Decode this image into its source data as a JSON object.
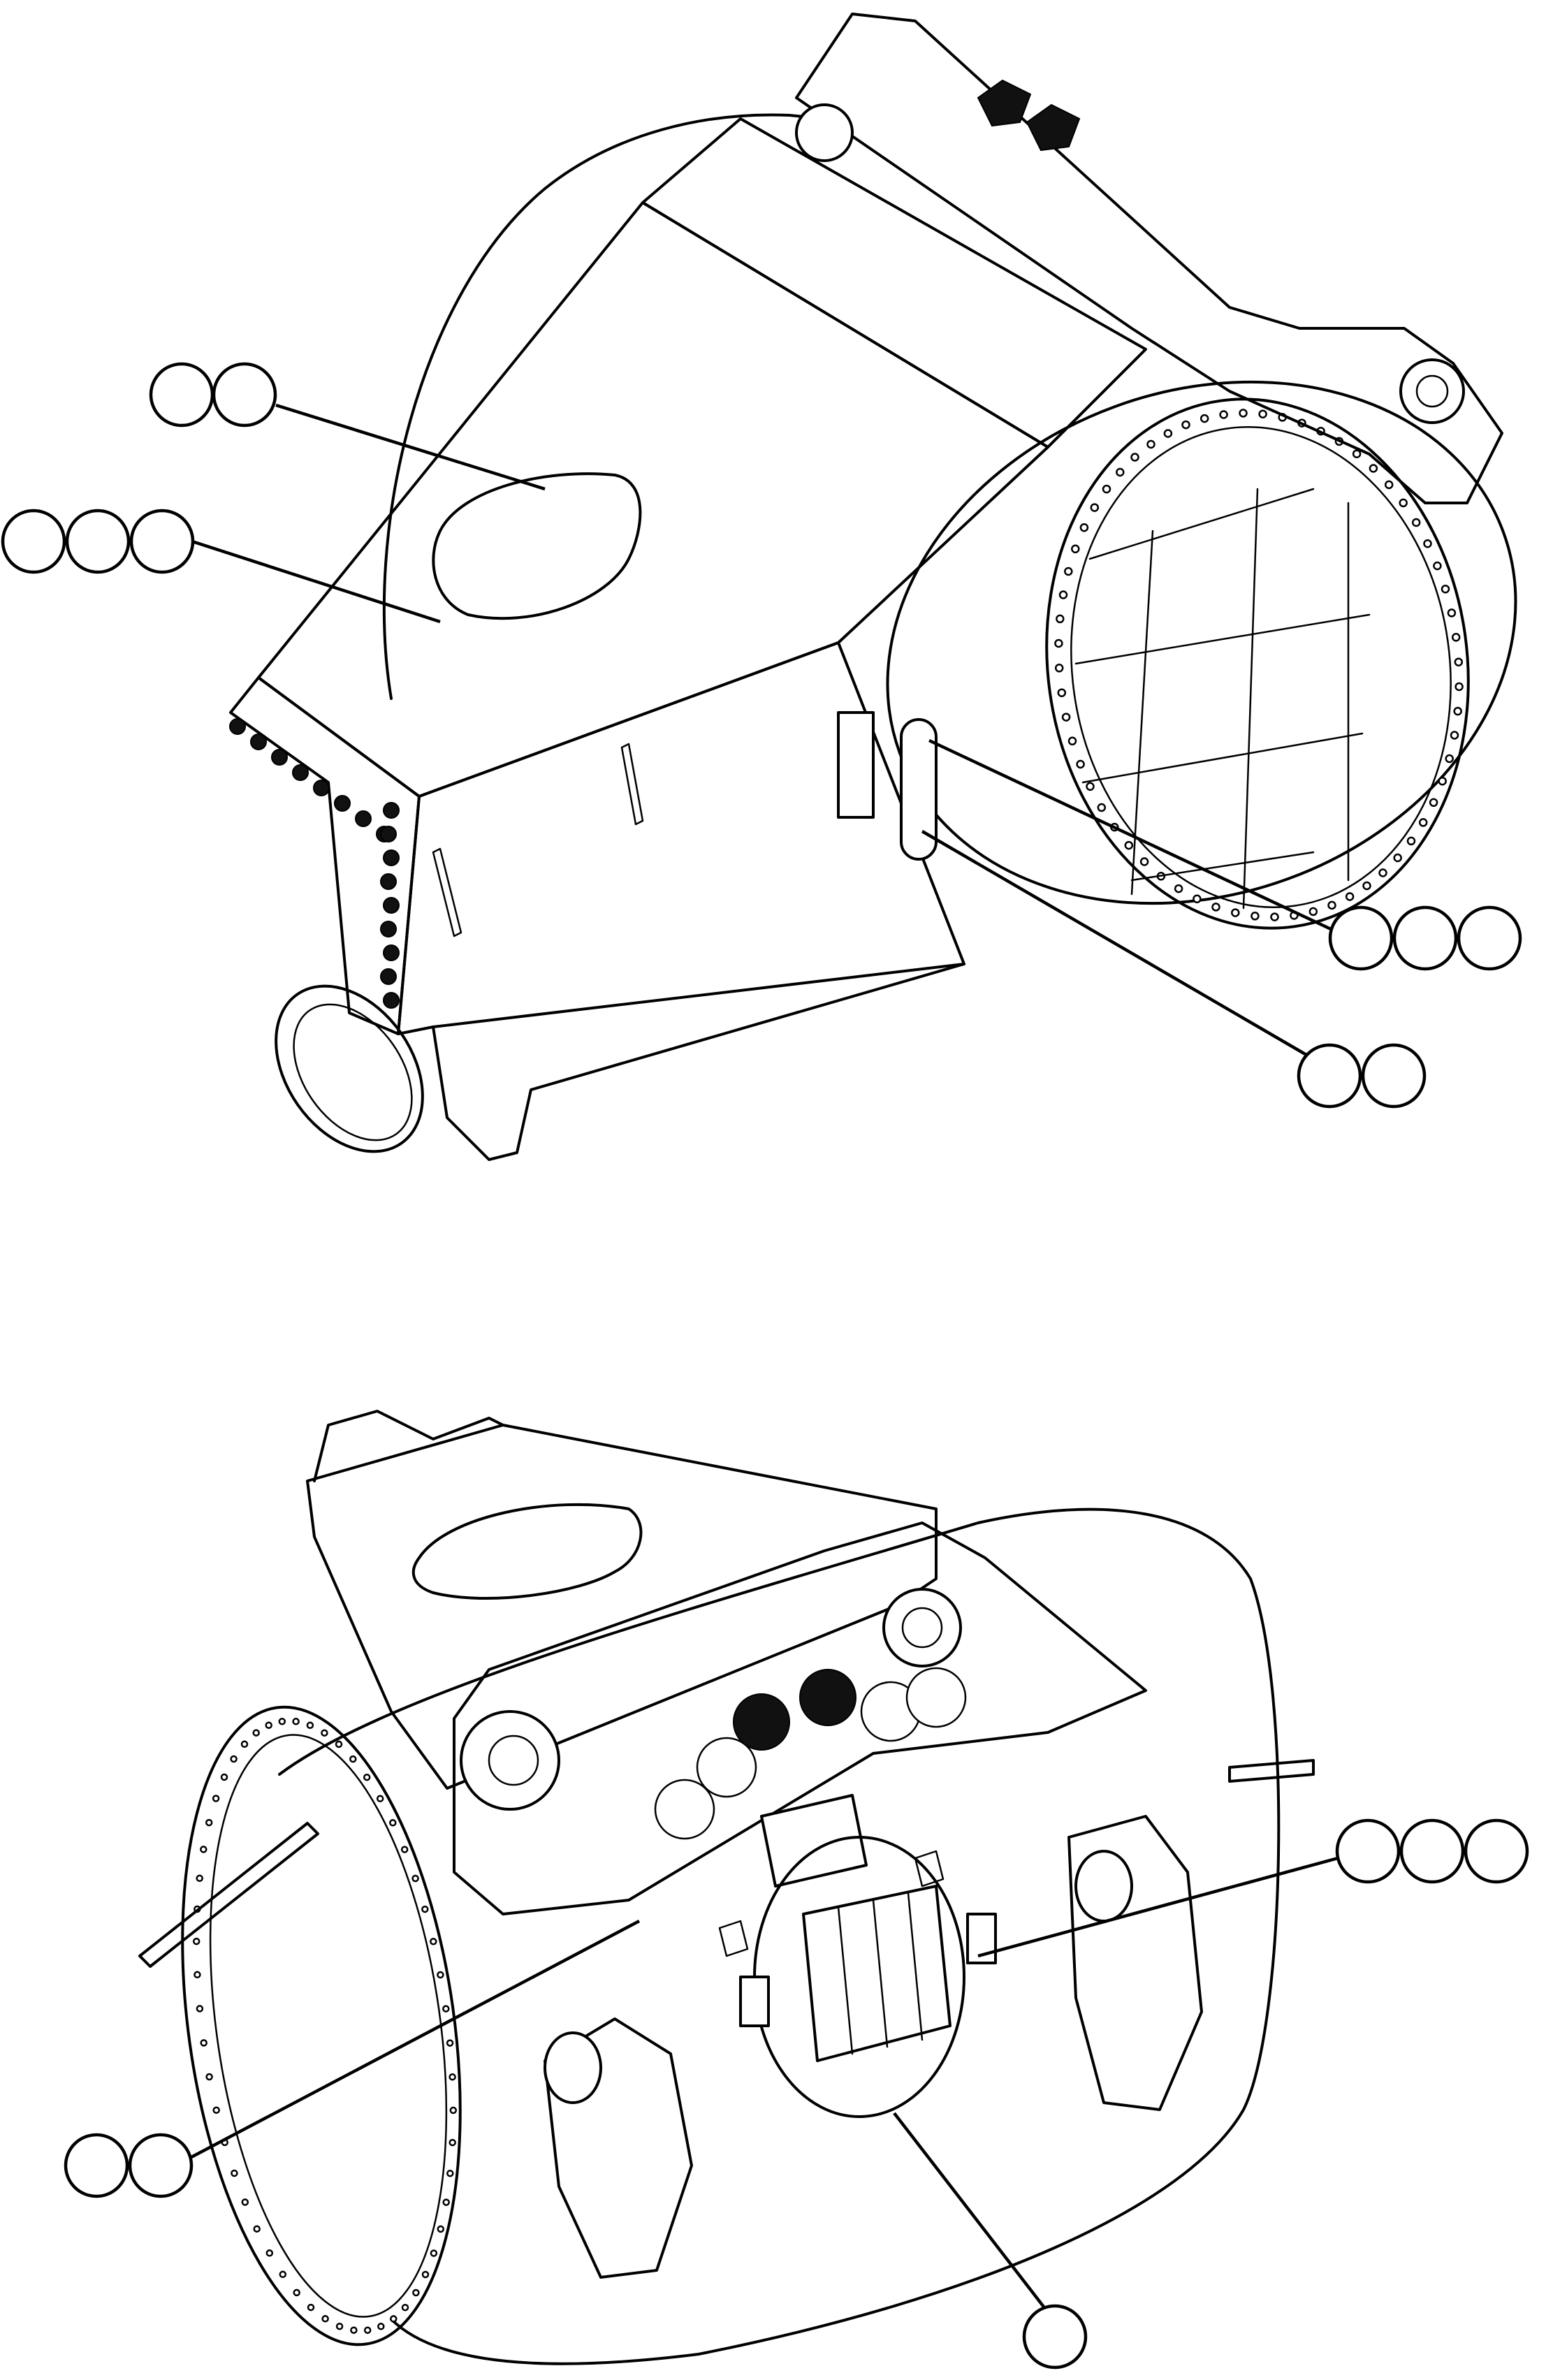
{
  "figure": {
    "sheet_code": "",
    "views": [
      {
        "id": "top-view",
        "callouts": [
          {
            "id": "callout-a",
            "bubbles": 2
          },
          {
            "id": "callout-b",
            "bubbles": 3
          },
          {
            "id": "callout-c",
            "bubbles": 3
          },
          {
            "id": "callout-d",
            "bubbles": 2
          }
        ]
      },
      {
        "id": "bottom-view",
        "callouts": [
          {
            "id": "callout-e",
            "bubbles": 3
          },
          {
            "id": "callout-f",
            "bubbles": 2
          },
          {
            "id": "callout-g",
            "bubbles": 1
          }
        ]
      }
    ]
  }
}
